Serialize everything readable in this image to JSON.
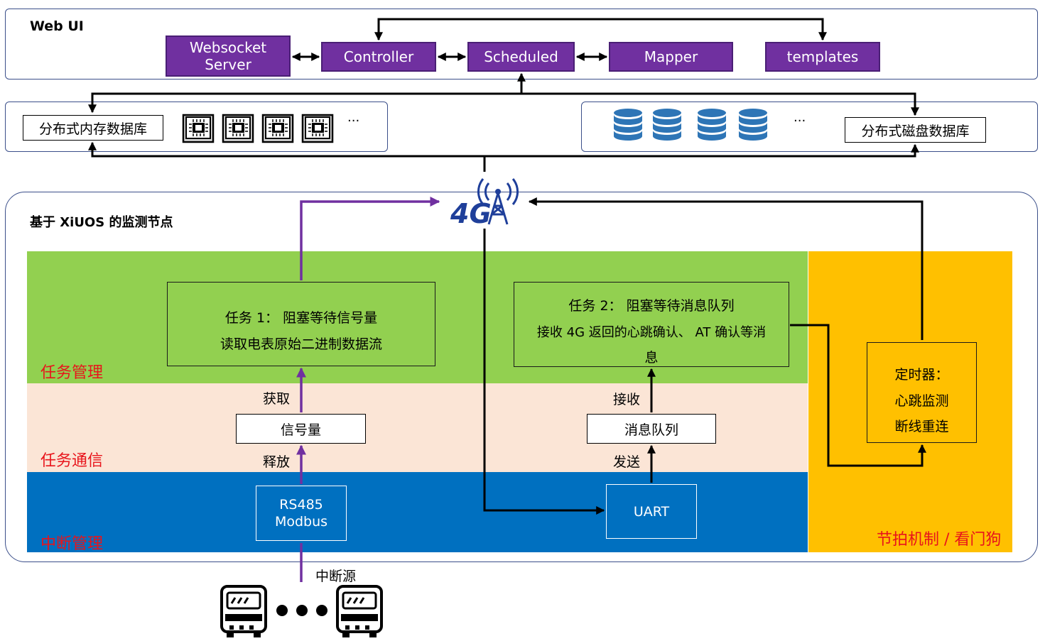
{
  "web_ui": {
    "title": "Web UI",
    "modules": [
      "Websocket Server",
      "Controller",
      "Scheduled",
      "Mapper",
      "templates"
    ]
  },
  "storage": {
    "memory_db_label": "分布式内存数据库",
    "disk_db_label": "分布式磁盘数据库",
    "ellipsis": "···",
    "chip_count": 4,
    "disk_count": 4
  },
  "network": {
    "icon_text": "4G"
  },
  "node": {
    "title": "基于 XiUOS 的监测节点",
    "layers": {
      "task_mgmt": "任务管理",
      "task_comm": "任务通信",
      "interrupt_mgmt": "中断管理",
      "tick": "节拍机制 / 看门狗"
    },
    "task1": {
      "line1": "任务 1： 阻塞等待信号量",
      "line2": "读取电表原始二进制数据流"
    },
    "task2": {
      "line1": "任务 2： 阻塞等待消息队列",
      "line2": "接收 4G 返回的心跳确认、 AT 确认等消",
      "line3": "息"
    },
    "semaphore": "信号量",
    "message_queue": "消息队列",
    "acquire": "获取",
    "release": "释放",
    "receive": "接收",
    "send": "发送",
    "rs485_line1": "RS485",
    "rs485_line2": "Modbus",
    "uart": "UART",
    "timer": {
      "line1": "定时器：",
      "line2": "心跳监测",
      "line3": "断线重连"
    },
    "interrupt_source": "中断源"
  },
  "colors": {
    "purple": "#7030a0",
    "green": "#92d050",
    "peach": "#fbe5d6",
    "blue": "#0070c0",
    "yellow": "#ffc000",
    "red_text": "#e8141b",
    "panel_border": "#3b4f8a"
  }
}
